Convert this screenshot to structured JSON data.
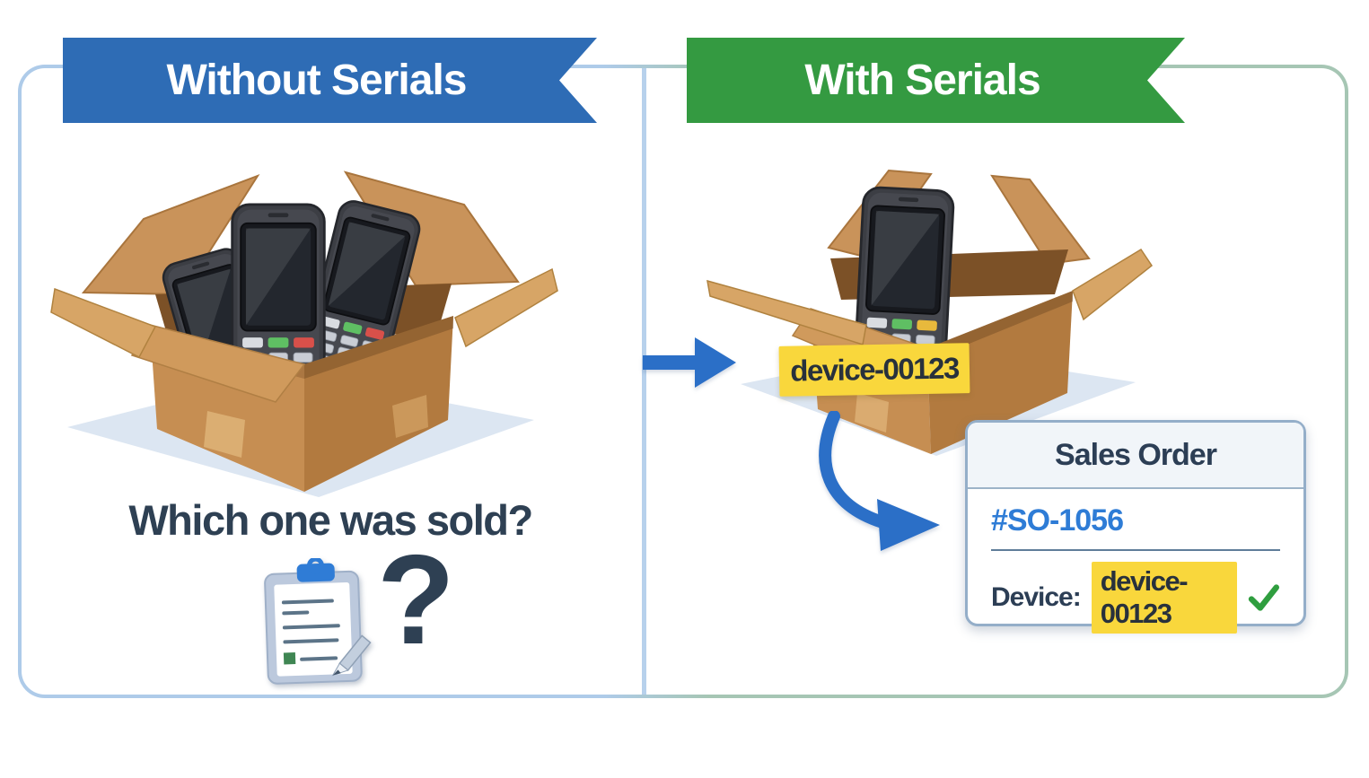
{
  "left_panel": {
    "ribbon": "Without Serials",
    "question": "Which one was sold?",
    "question_mark": "?"
  },
  "right_panel": {
    "ribbon": "With Serials",
    "box_label": "device-00123",
    "sales_order": {
      "title": "Sales Order",
      "order_number": "#SO-1056",
      "device_label": "Device:",
      "device_value": "device-00123"
    }
  },
  "icons": {
    "check": "✓",
    "clipboard": "clipboard-icon",
    "question": "question-mark-icon",
    "arrow_right": "arrow-right-icon",
    "curved_arrow": "curved-arrow-icon"
  },
  "colors": {
    "ribbon_blue": "#2e6cb5",
    "ribbon_green": "#349a41",
    "accent_arrow_blue": "#2b6fc7",
    "highlight_yellow": "#f9d73c",
    "navy_text": "#2e4053",
    "order_number_blue": "#2e7cd6",
    "check_green": "#2f9e3f",
    "frame_border_blue": "#aecbe9",
    "frame_border_green": "#a6c6b4",
    "cardboard_tan": "#c68e52"
  }
}
